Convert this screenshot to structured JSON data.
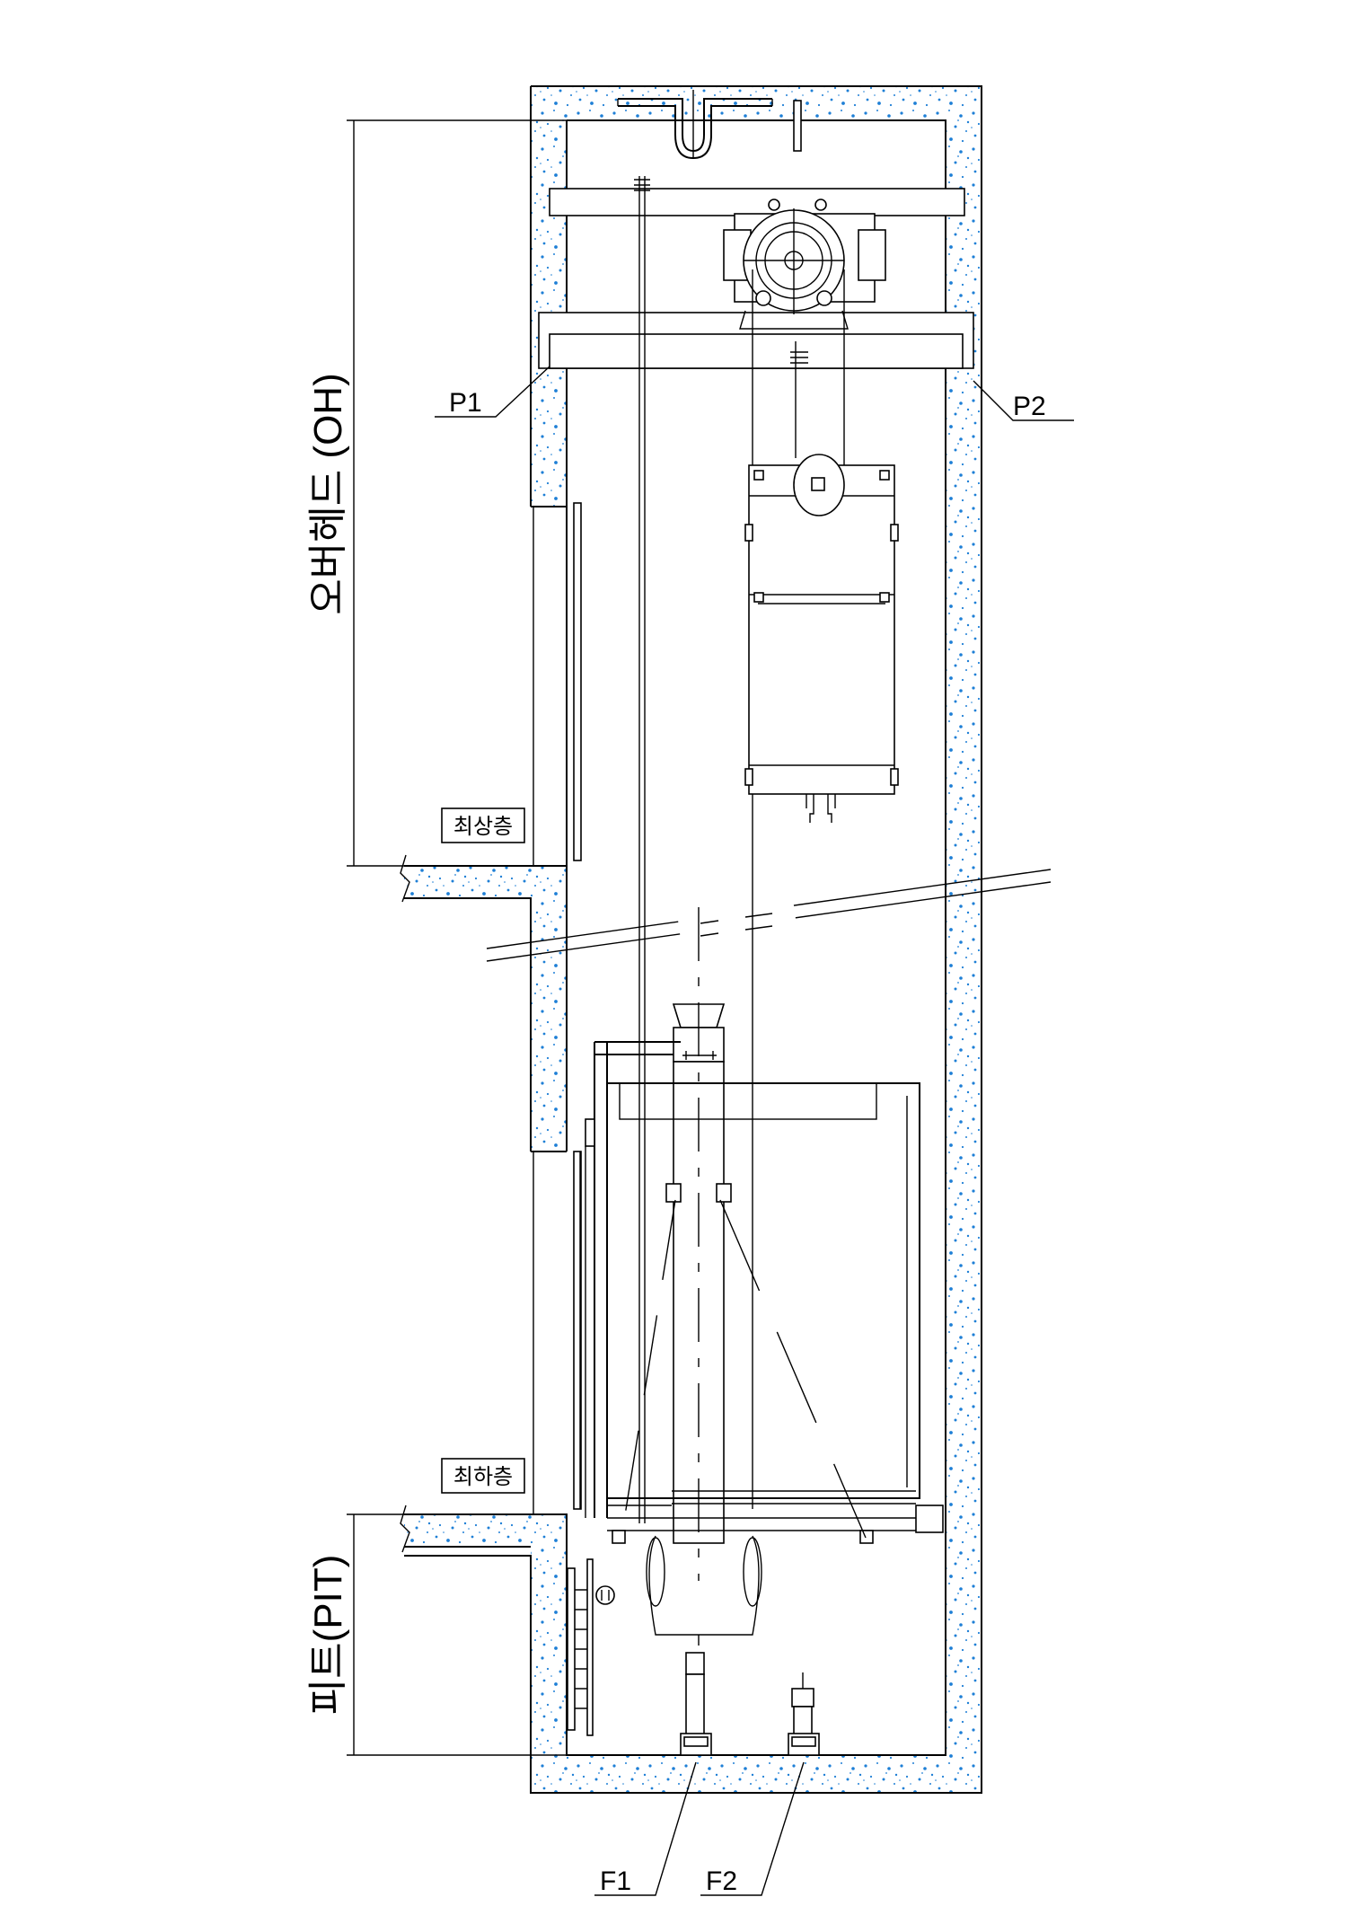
{
  "labels": {
    "overhead": "오버헤드 (OH)",
    "pit": "피트(PIT)",
    "top_floor": "최상층",
    "bottom_floor": "최하층",
    "p1": "P1",
    "p2": "P2",
    "f1": "F1",
    "f2": "F2"
  },
  "colors": {
    "concrete_speckle": "#1e7fd6",
    "line": "#000000",
    "background": "#ffffff"
  }
}
